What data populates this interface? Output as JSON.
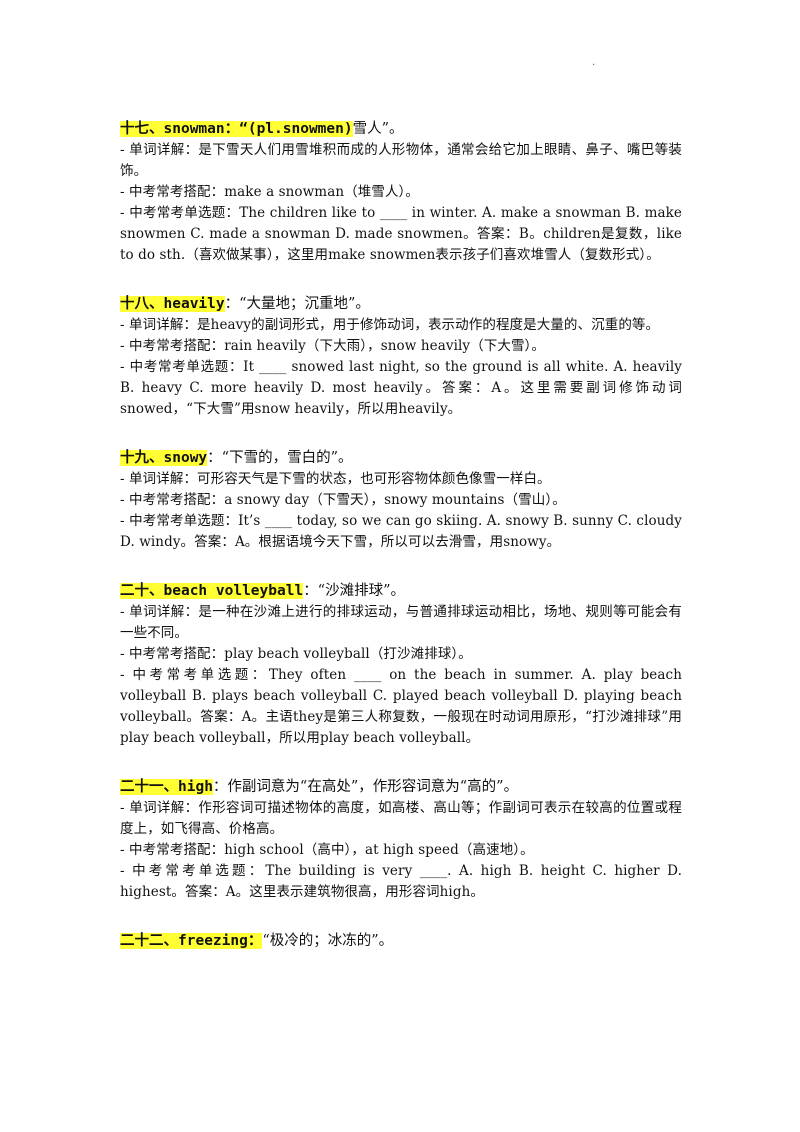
{
  "entries": [
    {
      "hl_num": "十七、",
      "hl_word": "snowman：“(pl.snowmen)",
      "rest": "雪人”。",
      "lines": [
        "- 单词详解：是下雪天人们用雪堆积而成的人形物体，通常会给它加上眼睛、鼻子、嘴巴等装饰。",
        "- 中考常考搭配：make a snowman（堆雪人）。",
        "- 中考常考单选题：The children like to ____ in winter. A. make a snowman B. make snowmen C. made a snowman D. made snowmen。答案：B。children是复数，like to do sth.（喜欢做某事），这里用make snowmen表示孩子们喜欢堆雪人（复数形式）。"
      ]
    },
    {
      "hl_num": "十八、",
      "hl_word": "heavily",
      "rest": "：“大量地；沉重地”。",
      "lines": [
        "- 单词详解：是heavy的副词形式，用于修饰动词，表示动作的程度是大量的、沉重的等。",
        "- 中考常考搭配：rain heavily（下大雨），snow heavily（下大雪）。",
        "- 中考常考单选题：It ____ snowed last night, so the ground is all white. A. heavily B. heavy C. more heavily D. most heavily。答案：A。这里需要副词修饰动词snowed，“下大雪”用snow heavily，所以用heavily。"
      ]
    },
    {
      "hl_num": "十九、",
      "hl_word": "snowy",
      "rest": "：“下雪的，雪白的”。",
      "lines": [
        "- 单词详解：可形容天气是下雪的状态，也可形容物体颜色像雪一样白。",
        "- 中考常考搭配：a snowy day（下雪天），snowy mountains（雪山）。",
        "- 中考常考单选题：It’s ____ today, so we can go skiing. A. snowy B. sunny C. cloudy D. windy。答案：A。根据语境今天下雪，所以可以去滑雪，用snowy。"
      ]
    },
    {
      "hl_num": "二十、",
      "hl_word": "beach volleyball",
      "rest": "：“沙滩排球”。",
      "lines": [
        "- 单词详解：是一种在沙滩上进行的排球运动，与普通排球运动相比，场地、规则等可能会有一些不同。",
        "- 中考常考搭配：play beach volleyball（打沙滩排球）。",
        "- 中考常考单选题：They often ____ on the beach in summer. A. play beach volleyball B. plays beach volleyball C. played beach volleyball D. playing beach volleyball。答案：A。主语they是第三人称复数，一般现在时动词用原形，“打沙滩排球”用play beach volleyball，所以用play beach volleyball。"
      ]
    },
    {
      "hl_num": "二十一、",
      "hl_word": "high",
      "rest": "：作副词意为“在高处”，作形容词意为“高的”。",
      "lines": [
        "- 单词详解：作形容词可描述物体的高度，如高楼、高山等；作副词可表示在较高的位置或程度上，如飞得高、价格高。",
        "- 中考常考搭配：high school（高中），at high speed（高速地）。",
        "- 中考常考单选题：The building is very ____. A. high B. height C. higher D. highest。答案：A。这里表示建筑物很高，用形容词high。"
      ]
    },
    {
      "hl_num": "二十二、",
      "hl_word": "freezing：",
      "rest": "“极冷的；冰冻的”。",
      "lines": []
    }
  ]
}
